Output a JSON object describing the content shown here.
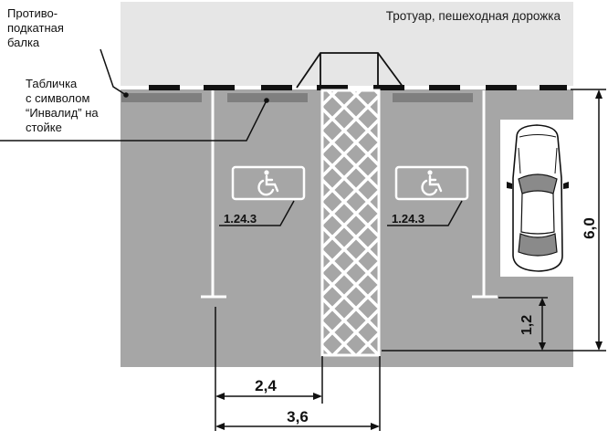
{
  "sidewalk_label": "Тротуар, пешеходная дорожка",
  "callouts": {
    "beam": [
      "Противо-",
      "подкатная",
      "балка"
    ],
    "sign": [
      "Табличка",
      "с символом",
      "“Инвалид” на",
      "стойке"
    ]
  },
  "marking_code": "1.24.3",
  "dimensions": {
    "space_width": "2,4",
    "total_width": "3,6",
    "space_depth": "6,0",
    "end_gap": "1,2"
  },
  "icons": {
    "disabled": "wheelchair-icon",
    "car": "car-top-view-icon",
    "hatch": "crosshatch-aisle"
  },
  "colors": {
    "sidewalk": "#e6e6e6",
    "parking_lot": "#a6a6a6",
    "beam": "#7f7f7f",
    "marking": "#ffffff",
    "ink": "#1a1a1a"
  }
}
